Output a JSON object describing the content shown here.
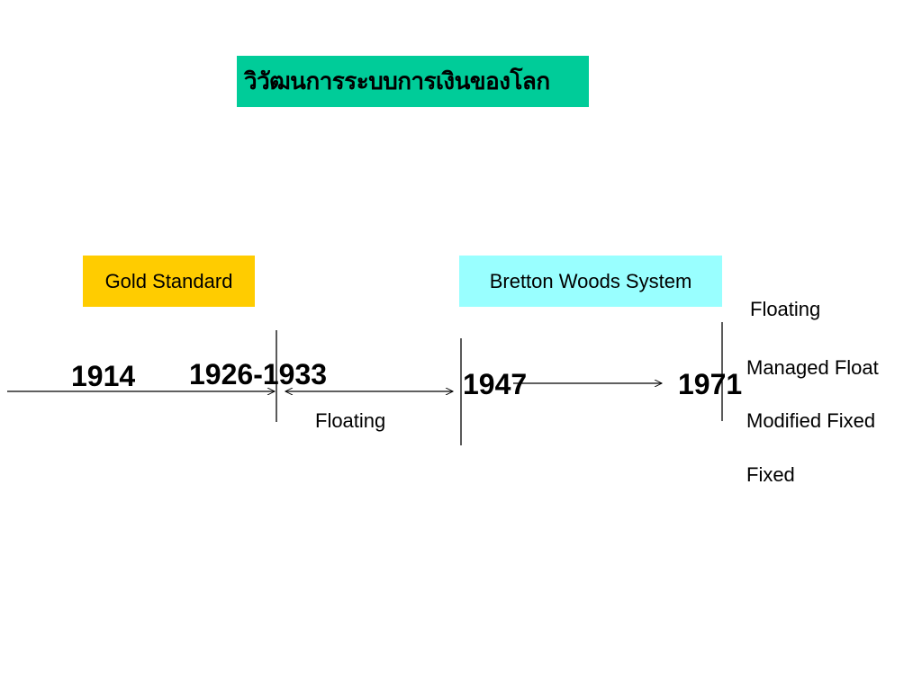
{
  "title": "วิวัฒนการระบบการเงินของโลก",
  "eras": {
    "gold": "Gold Standard",
    "bretton": "Bretton Woods System"
  },
  "years": {
    "y1914": "1914",
    "y1926": "1926-1933",
    "y1947": "1947",
    "y1971": "1971"
  },
  "interwar_label": "Floating",
  "post1971_regimes": [
    "Floating",
    "Managed Float",
    "Modified Fixed",
    "Fixed"
  ],
  "colors": {
    "title_bg": "#00cc99",
    "gold_bg": "#ffcc00",
    "bretton_bg": "#99ffff",
    "line": "#000000"
  }
}
